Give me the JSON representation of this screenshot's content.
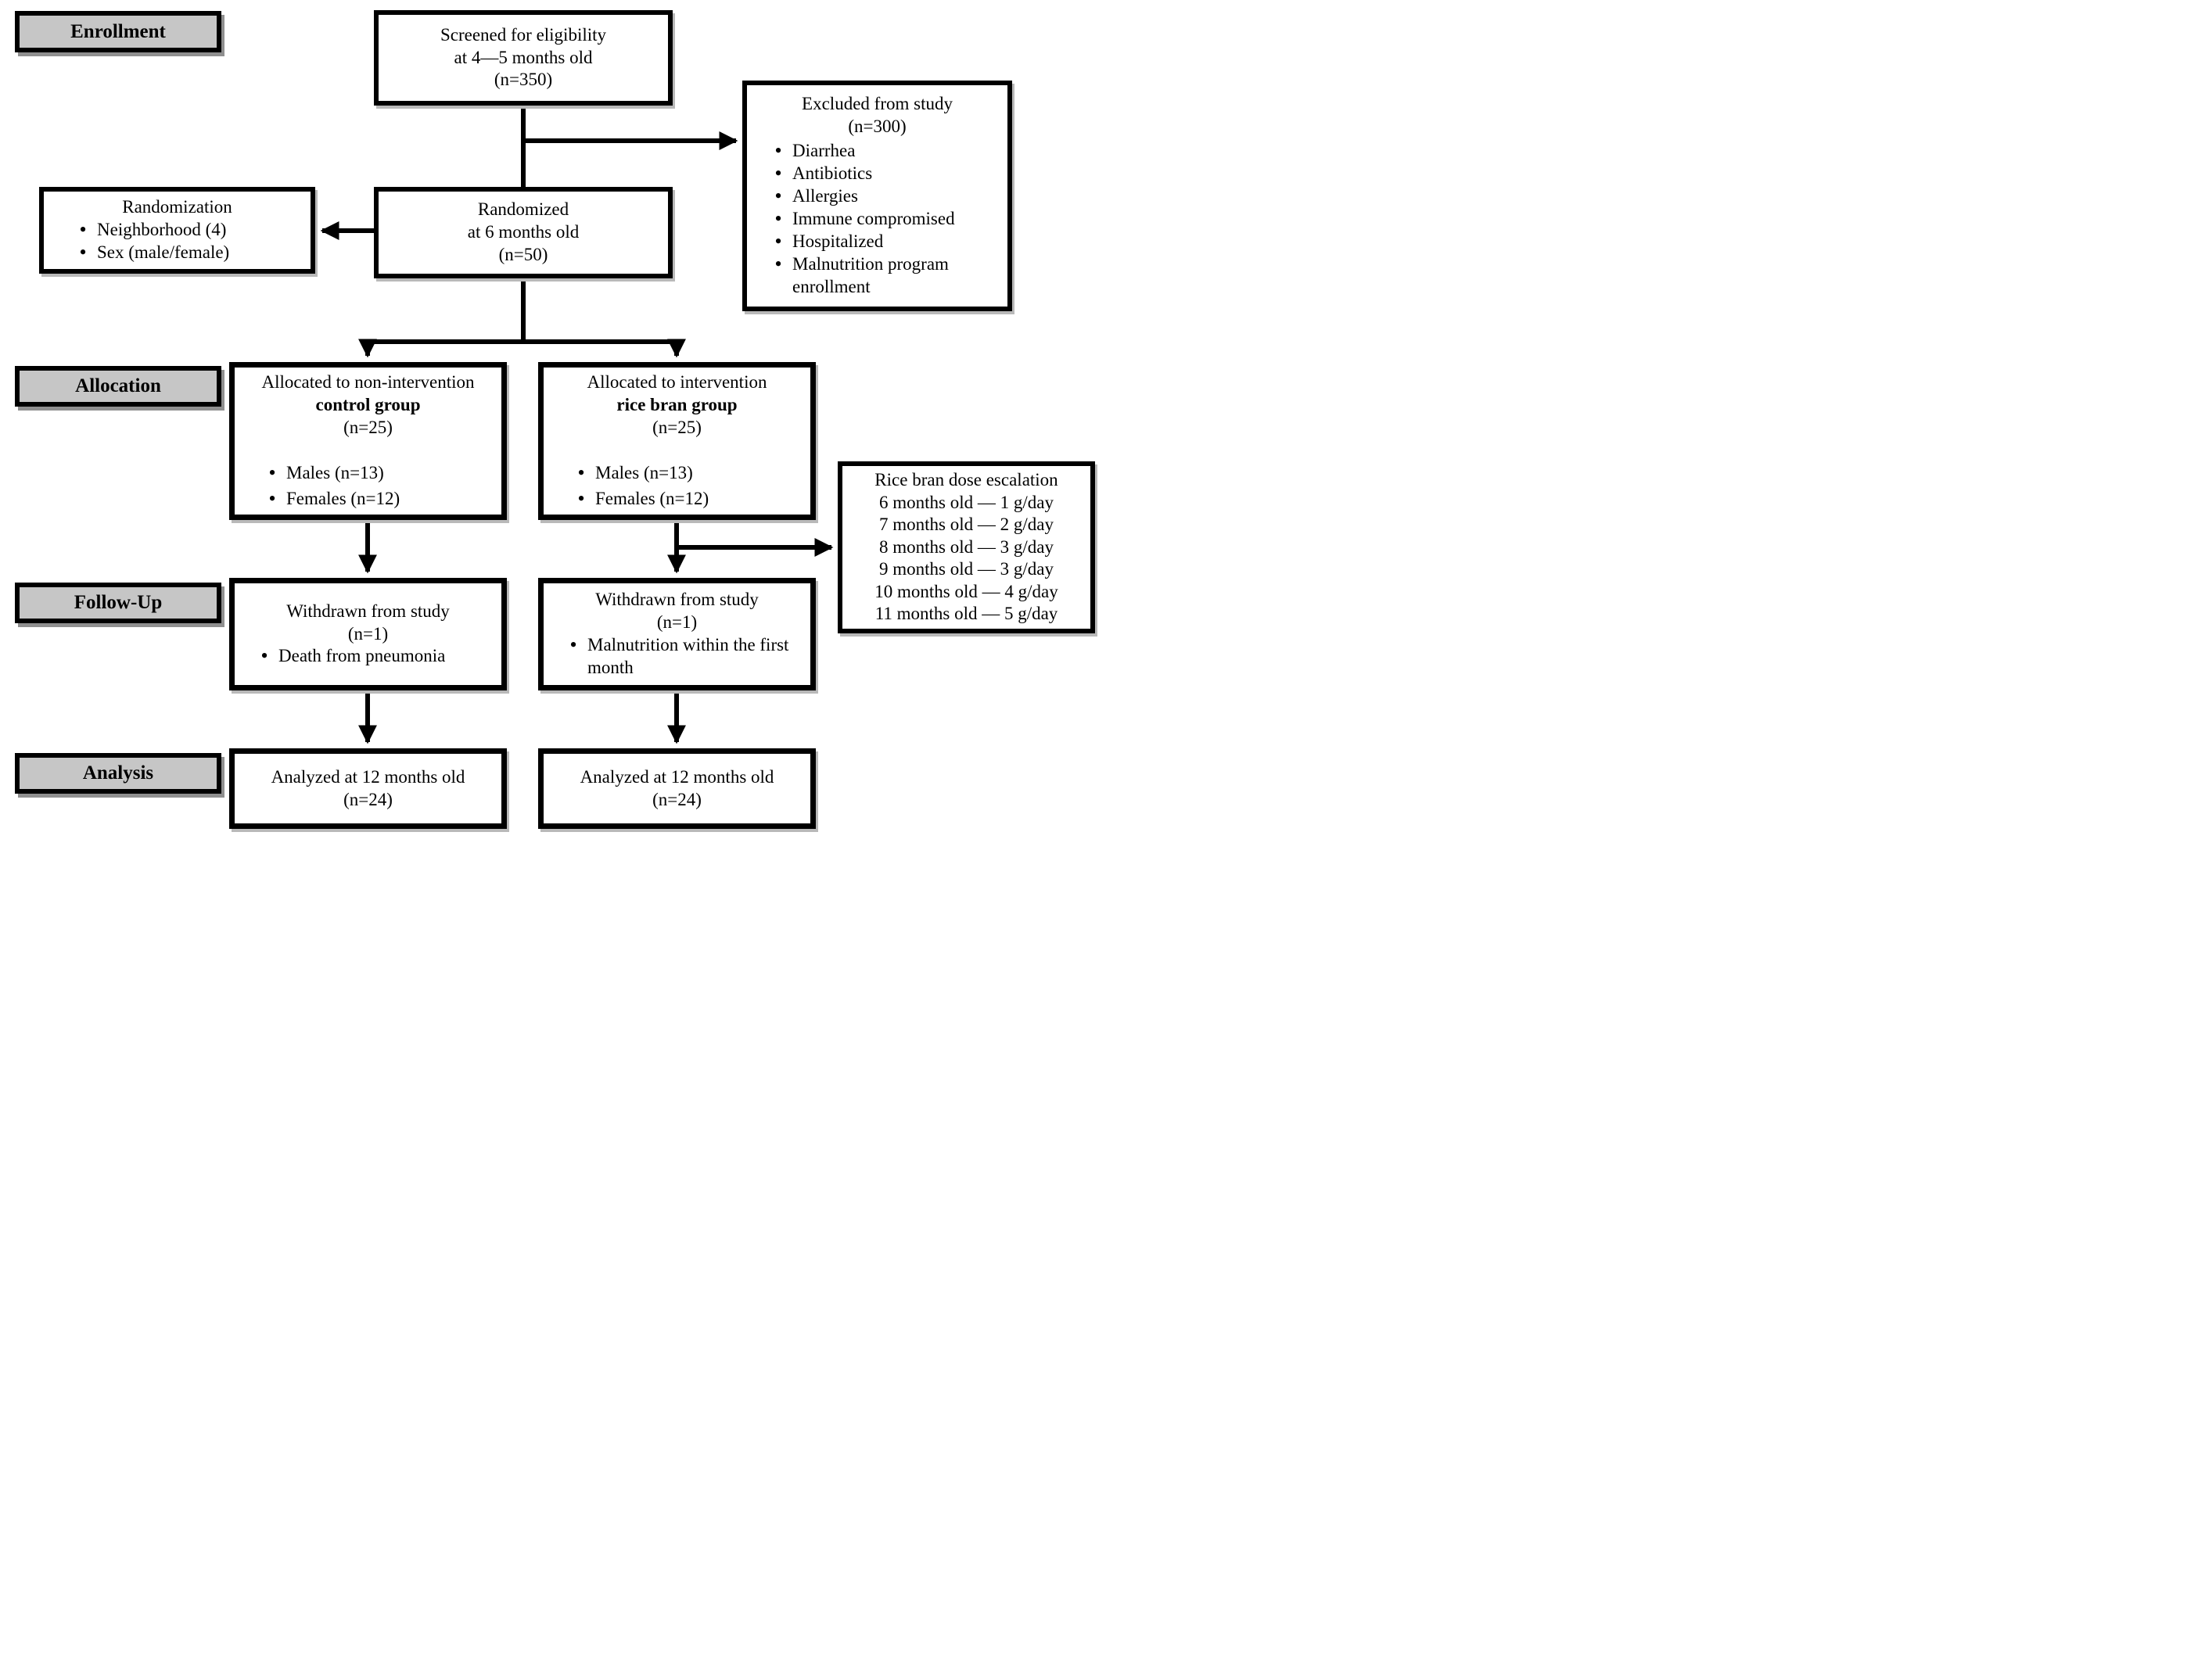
{
  "stages": {
    "enrollment": "Enrollment",
    "allocation": "Allocation",
    "follow_up": "Follow-Up",
    "analysis": "Analysis"
  },
  "boxes": {
    "screened": {
      "line1": "Screened for eligibility",
      "line2": "at 4—5 months old",
      "line3": "(n=350)"
    },
    "excluded": {
      "title": "Excluded from study",
      "count": "(n=300)",
      "reasons": [
        "Diarrhea",
        "Antibiotics",
        "Allergies",
        "Immune compromised",
        "Hospitalized",
        "Malnutrition program enrollment"
      ]
    },
    "randomization": {
      "title": "Randomization",
      "factors": [
        "Neighborhood (4)",
        "Sex (male/female)"
      ]
    },
    "randomized": {
      "line1": "Randomized",
      "line2": "at 6 months old",
      "line3": "(n=50)"
    },
    "control_allocation": {
      "intro": "Allocated to non-intervention",
      "group": "control group",
      "count": "(n=25)",
      "composition": [
        "Males (n=13)",
        "Females (n=12)"
      ]
    },
    "ricebran_allocation": {
      "intro": "Allocated to intervention",
      "group": "rice bran group",
      "count": "(n=25)",
      "composition": [
        "Males (n=13)",
        "Females (n=12)"
      ]
    },
    "dose_escalation": {
      "title": "Rice bran dose escalation",
      "schedule": [
        "6 months old — 1 g/day",
        "7 months old — 2 g/day",
        "8 months old — 3 g/day",
        "9 months old — 3 g/day",
        "10 months old — 4 g/day",
        "11 months old — 5 g/day"
      ]
    },
    "withdrawn_control": {
      "title": "Withdrawn from study",
      "count": "(n=1)",
      "reasons": [
        "Death from pneumonia"
      ]
    },
    "withdrawn_ricebran": {
      "title": "Withdrawn from study",
      "count": "(n=1)",
      "reasons": [
        "Malnutrition within the first month"
      ]
    },
    "analyzed_control": {
      "line1": "Analyzed at 12 months old",
      "line2": "(n=24)"
    },
    "analyzed_ricebran": {
      "line1": "Analyzed at 12 months old",
      "line2": "(n=24)"
    }
  },
  "glyphs": {
    "bullet": "•"
  },
  "colors": {
    "stage_label_bg": "#c6c6c6",
    "box_border": "#000000",
    "background": "#ffffff",
    "text": "#000000"
  }
}
